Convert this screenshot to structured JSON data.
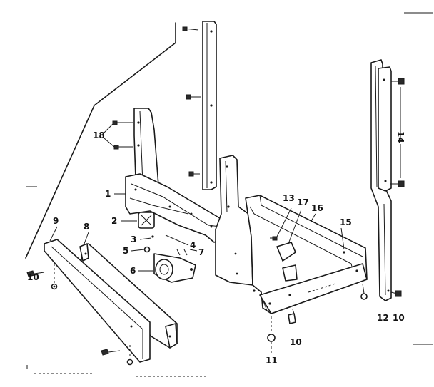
{
  "callouts": [
    {
      "id": "c1",
      "label": "1"
    },
    {
      "id": "c2",
      "label": "2"
    },
    {
      "id": "c3",
      "label": "3"
    },
    {
      "id": "c4",
      "label": "4"
    },
    {
      "id": "c5",
      "label": "5"
    },
    {
      "id": "c6",
      "label": "6"
    },
    {
      "id": "c7",
      "label": "7"
    },
    {
      "id": "c8",
      "label": "8"
    },
    {
      "id": "c9",
      "label": "9"
    },
    {
      "id": "c10a",
      "label": "10"
    },
    {
      "id": "c10b",
      "label": "10"
    },
    {
      "id": "c10c",
      "label": "10"
    },
    {
      "id": "c11",
      "label": "11"
    },
    {
      "id": "c12",
      "label": "12"
    },
    {
      "id": "c13",
      "label": "13"
    },
    {
      "id": "c14",
      "label": "14"
    },
    {
      "id": "c15",
      "label": "15"
    },
    {
      "id": "c16",
      "label": "16"
    },
    {
      "id": "c17",
      "label": "17"
    },
    {
      "id": "c18",
      "label": "18"
    }
  ]
}
